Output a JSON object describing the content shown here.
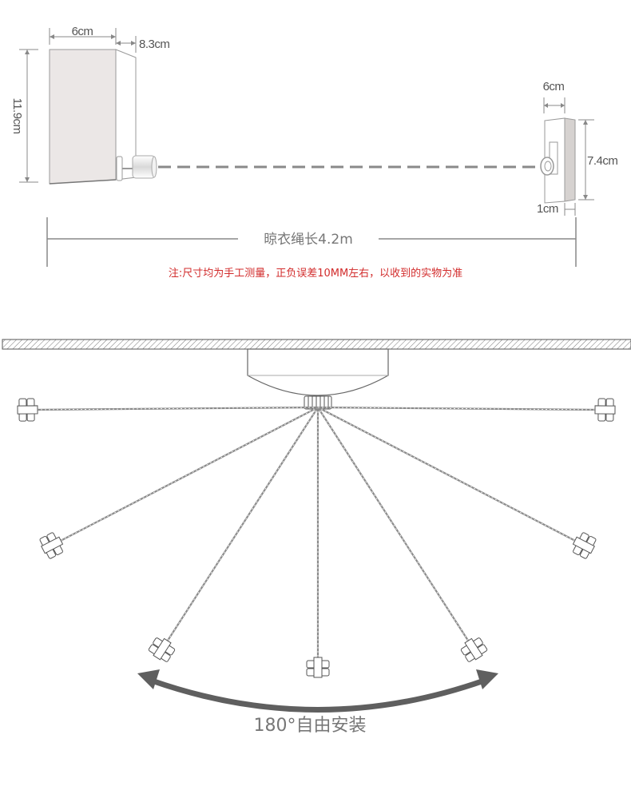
{
  "top_diagram": {
    "main_box": {
      "width_label": "6cm",
      "depth_label": "8.3cm",
      "height_label": "11.9cm"
    },
    "receiver": {
      "width_label": "6cm",
      "height_label": "7.4cm",
      "depth_label": "1cm"
    },
    "rope_length_label": "晾衣绳长4.2m",
    "note": "注:尺寸均为手工测量，正负误差10MM左右，以收到的实物为准"
  },
  "bottom_diagram": {
    "caption": "180°自由安装",
    "rope_positions": 7
  },
  "colors": {
    "line": "#888888",
    "dim_text": "#555555",
    "note": "#d22c2c",
    "arrow": "#5f5f5f",
    "box_fill": "#ebe7e6"
  }
}
